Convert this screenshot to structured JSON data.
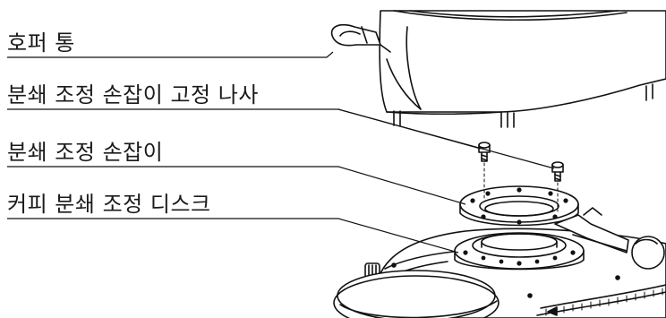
{
  "callouts": [
    {
      "label": "호퍼 통"
    },
    {
      "label": "분쇄 조정 손잡이 고정 나사"
    },
    {
      "label": "분쇄 조정 손잡이"
    },
    {
      "label": "커피 분쇄 조정 디스크"
    }
  ]
}
